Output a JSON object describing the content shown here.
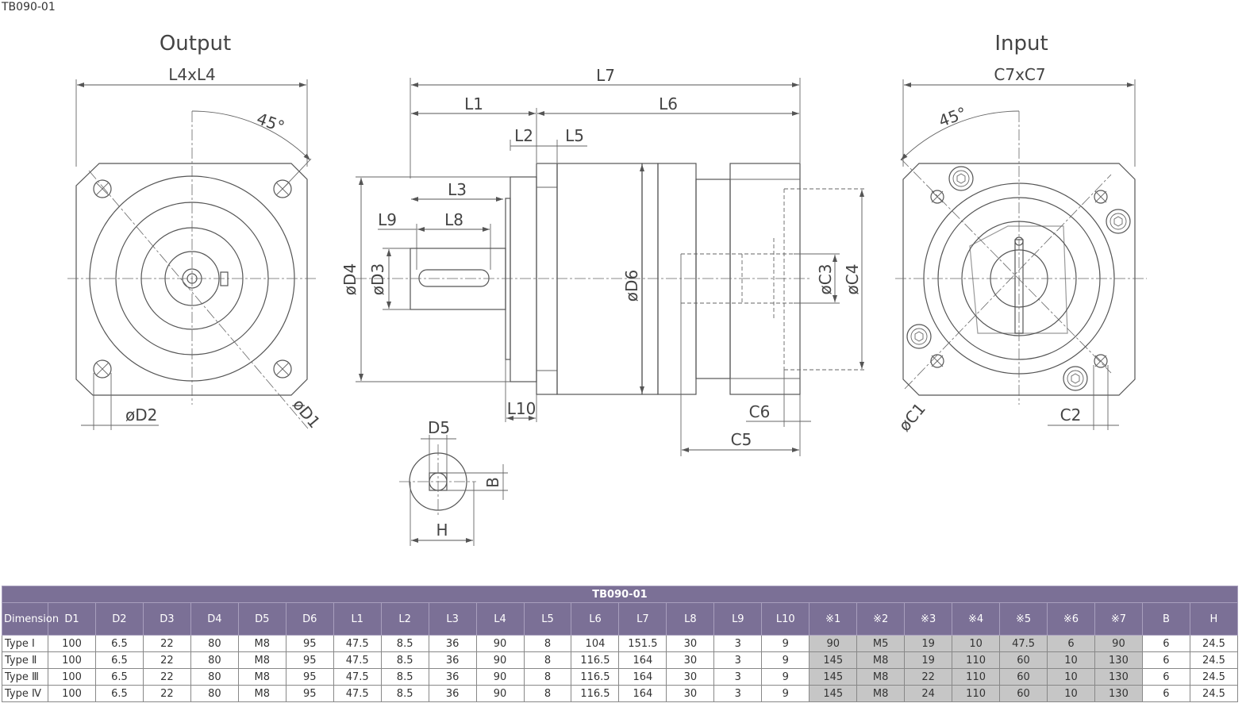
{
  "model_code": "TB090-01",
  "drawing": {
    "output_title": "Output",
    "input_title": "Input",
    "dimension_labels": {
      "L4xL4": "L4xL4",
      "angle_out": "45°",
      "D1": "øD1",
      "D2": "øD2",
      "L7": "L7",
      "L1": "L1",
      "L6": "L6",
      "L2": "L2",
      "L5": "L5",
      "L3": "L3",
      "L9": "L9",
      "L8": "L8",
      "D4": "øD4",
      "D3": "øD3",
      "D6": "øD6",
      "C3": "øC3",
      "C4": "øC4",
      "L10": "L10",
      "C6": "C6",
      "C5": "C5",
      "D5": "D5",
      "B": "B",
      "H": "H",
      "C7xC7": "C7xC7",
      "angle_in": "45°",
      "C1": "øC1",
      "C2": "C2"
    }
  },
  "table": {
    "title": "TB090-01",
    "first_header": "Dimension",
    "headers": [
      "D1",
      "D2",
      "D3",
      "D4",
      "D5",
      "D6",
      "L1",
      "L2",
      "L3",
      "L4",
      "L5",
      "L6",
      "L7",
      "L8",
      "L9",
      "L10",
      "※1",
      "※2",
      "※3",
      "※4",
      "※5",
      "※6",
      "※7",
      "B",
      "H"
    ],
    "rows": [
      {
        "type": "Type Ⅰ",
        "values": [
          "100",
          "6.5",
          "22",
          "80",
          "M8",
          "95",
          "47.5",
          "8.5",
          "36",
          "90",
          "8",
          "104",
          "151.5",
          "30",
          "3",
          "9",
          "90",
          "M5",
          "19",
          "10",
          "47.5",
          "6",
          "90",
          "6",
          "24.5"
        ]
      },
      {
        "type": "Type Ⅱ",
        "values": [
          "100",
          "6.5",
          "22",
          "80",
          "M8",
          "95",
          "47.5",
          "8.5",
          "36",
          "90",
          "8",
          "116.5",
          "164",
          "30",
          "3",
          "9",
          "145",
          "M8",
          "19",
          "110",
          "60",
          "10",
          "130",
          "6",
          "24.5"
        ]
      },
      {
        "type": "Type Ⅲ",
        "values": [
          "100",
          "6.5",
          "22",
          "80",
          "M8",
          "95",
          "47.5",
          "8.5",
          "36",
          "90",
          "8",
          "116.5",
          "164",
          "30",
          "3",
          "9",
          "145",
          "M8",
          "22",
          "110",
          "60",
          "10",
          "130",
          "6",
          "24.5"
        ]
      },
      {
        "type": "Type Ⅳ",
        "values": [
          "100",
          "6.5",
          "22",
          "80",
          "M8",
          "95",
          "47.5",
          "8.5",
          "36",
          "90",
          "8",
          "116.5",
          "164",
          "30",
          "3",
          "9",
          "145",
          "M8",
          "24",
          "110",
          "60",
          "10",
          "130",
          "6",
          "24.5"
        ]
      }
    ]
  }
}
